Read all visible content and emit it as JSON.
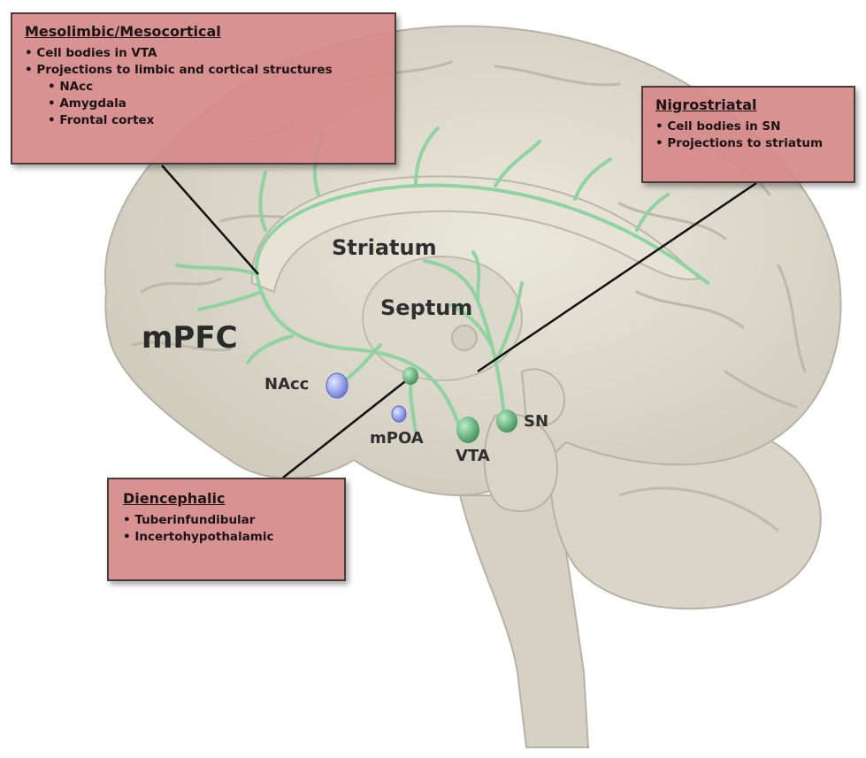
{
  "boxes": {
    "mesolimbic": {
      "title": "Mesolimbic/Mesocortical",
      "items": [
        "Cell bodies in VTA",
        "Projections to limbic and cortical structures"
      ],
      "subitems": [
        "NAcc",
        "Amygdala",
        "Frontal  cortex"
      ]
    },
    "nigrostriatal": {
      "title": "Nigrostriatal",
      "items": [
        "Cell bodies in SN",
        "Projections to striatum"
      ]
    },
    "diencephalic": {
      "title": "Diencephalic",
      "items": [
        "Tuberinfundibular",
        "Incertohypothalamic"
      ]
    }
  },
  "labels": {
    "striatum": "Striatum",
    "septum": "Septum",
    "mpfc": "mPFC",
    "nacc": "NAcc",
    "mpoa": "mPOA",
    "vta": "VTA",
    "sn": "SN"
  },
  "colors": {
    "box_fill": "#d68a8a",
    "pathway_green": "#8fd3a0",
    "nucleus_green": "#5fae74",
    "nucleus_blue": "#9aa7ee",
    "brain_tissue": "#dfdccf"
  }
}
